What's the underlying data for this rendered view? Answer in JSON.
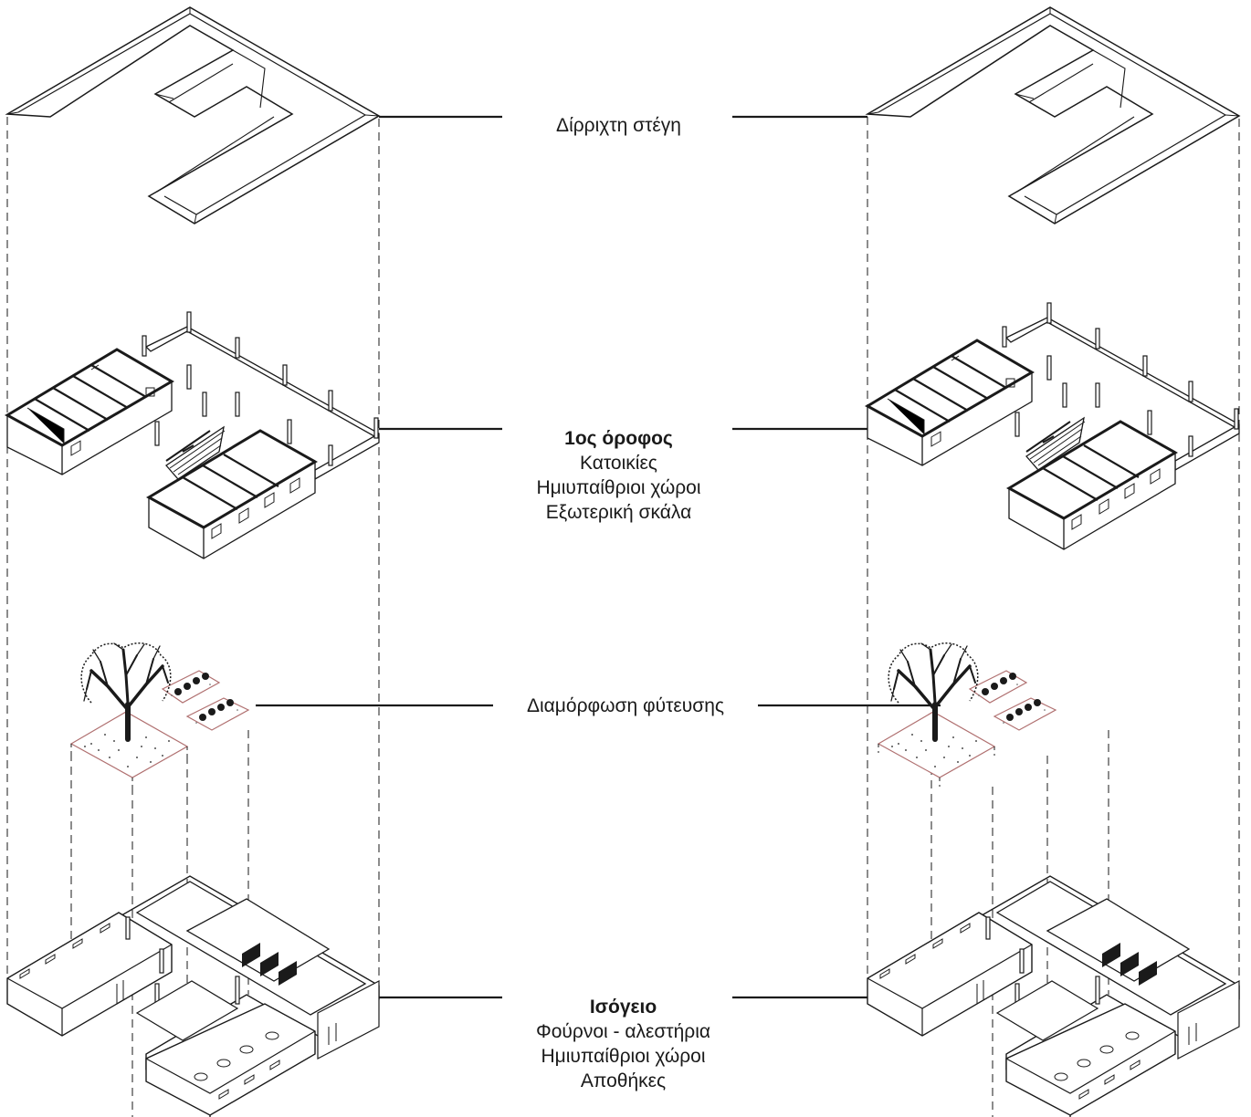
{
  "labels": {
    "roof": {
      "title": "Δίρριχτη στέγη"
    },
    "first_floor": {
      "title": "1ος όροφος",
      "lines": [
        "Κατοικίες",
        "Ημιυπαίθριοι χώροι",
        "Εξωτερική σκάλα"
      ]
    },
    "planting": {
      "title": "Διαμόρφωση φύτευσης"
    },
    "ground_floor": {
      "title": "Ισόγειο",
      "lines": [
        "Φούρνοι - αλεστήρια",
        "Ημιυπαίθριοι χώροι",
        "Αποθήκες"
      ]
    }
  },
  "colors": {
    "ink": "#1a1a1a",
    "soil_outline": "#b07070",
    "background": "#ffffff"
  }
}
